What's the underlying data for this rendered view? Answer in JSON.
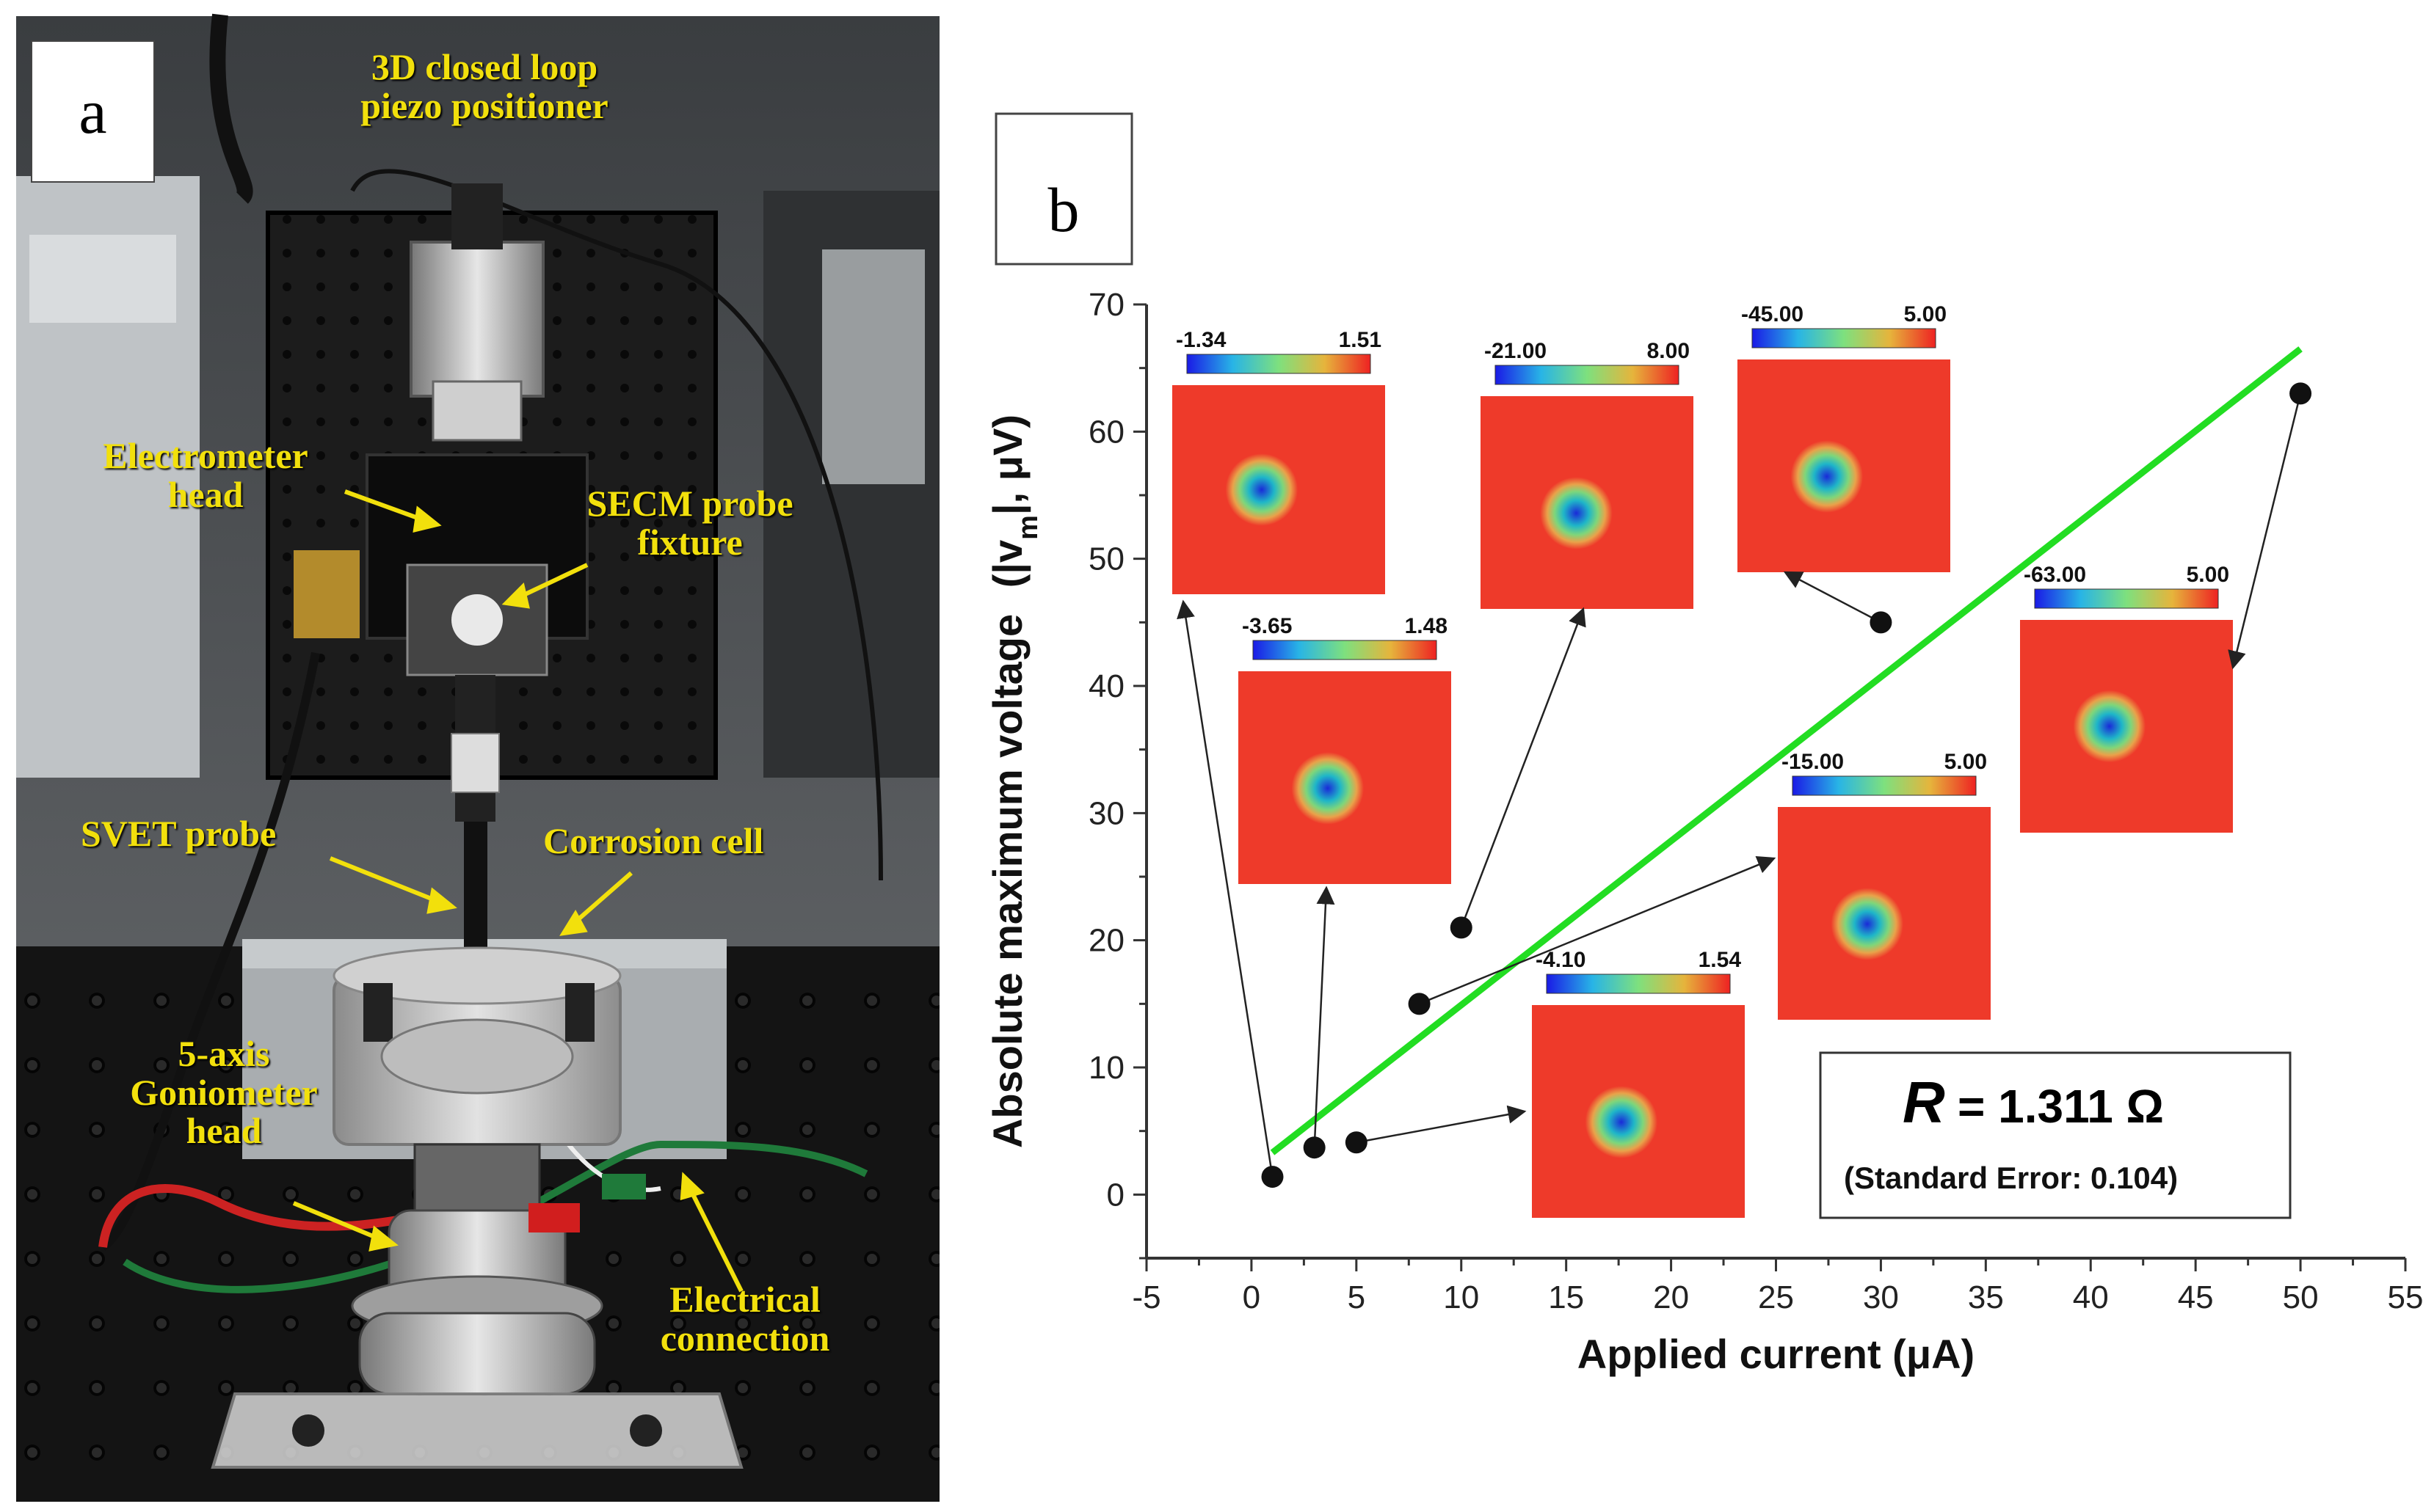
{
  "panel_a": {
    "label": "a",
    "callouts": {
      "positioner_line1": "3D closed loop",
      "positioner_line2": "piezo positioner",
      "electrometer_line1": "Electrometer",
      "electrometer_line2": "head",
      "secm_line1": "SECM probe",
      "secm_line2": "fixture",
      "svet": "SVET probe",
      "corrosion": "Corrosion cell",
      "gonio_line1": "5-axis",
      "gonio_line2": "Goniometer",
      "gonio_line3": "head",
      "electrical_line1": "Electrical",
      "electrical_line2": "connection"
    }
  },
  "panel_b": {
    "label": "b"
  },
  "chart_data": {
    "type": "scatter",
    "xlabel": "Applied current (μA)",
    "ylabel_main": "Absolute maximum voltage",
    "ylabel_paren_open": "(|v",
    "ylabel_sub": "m",
    "ylabel_paren_close": "|, μV)",
    "xlim": [
      -5,
      55
    ],
    "ylim": [
      -5,
      70
    ],
    "x_ticks": [
      -5,
      0,
      5,
      10,
      15,
      20,
      25,
      30,
      35,
      40,
      45,
      50,
      55
    ],
    "y_ticks": [
      0,
      10,
      20,
      30,
      40,
      50,
      60,
      70
    ],
    "x_tick_labels": [
      "-5",
      "0",
      "5",
      "10",
      "15",
      "20",
      "25",
      "30",
      "35",
      "40",
      "45",
      "50",
      "55"
    ],
    "y_tick_labels": [
      "0",
      "10",
      "20",
      "30",
      "40",
      "50",
      "60",
      "70"
    ],
    "points": [
      {
        "x": 1,
        "y": 1.4
      },
      {
        "x": 3,
        "y": 3.7
      },
      {
        "x": 5,
        "y": 4.1
      },
      {
        "x": 8,
        "y": 15
      },
      {
        "x": 10,
        "y": 21
      },
      {
        "x": 30,
        "y": 45
      },
      {
        "x": 50,
        "y": 63
      }
    ],
    "fit_line": {
      "x": [
        1,
        50
      ],
      "y": [
        3.3,
        66.5
      ],
      "color": "#22dd22"
    },
    "annotation": {
      "symbol": "R",
      "value": "= 1.311 Ω",
      "std_error": "(Standard Error: 0.104)"
    },
    "insets": [
      {
        "min": "-1.34",
        "max": "1.51",
        "spot": [
          0.42,
          0.5
        ]
      },
      {
        "min": "-3.65",
        "max": "1.48",
        "spot": [
          0.42,
          0.55
        ]
      },
      {
        "min": "-21.00",
        "max": "8.00",
        "spot": [
          0.45,
          0.55
        ]
      },
      {
        "min": "-45.00",
        "max": "5.00",
        "spot": [
          0.42,
          0.55
        ]
      },
      {
        "min": "-4.10",
        "max": "1.54",
        "spot": [
          0.42,
          0.55
        ]
      },
      {
        "min": "-15.00",
        "max": "5.00",
        "spot": [
          0.42,
          0.55
        ]
      },
      {
        "min": "-63.00",
        "max": "5.00",
        "spot": [
          0.42,
          0.5
        ]
      }
    ],
    "colors": {
      "map_background": "#ee3a2a",
      "point": "#111111",
      "axis": "#333333",
      "colorbar": [
        "#1a1ae6",
        "#28b4e6",
        "#7ee07e",
        "#e6b43c",
        "#ee2222"
      ]
    }
  }
}
